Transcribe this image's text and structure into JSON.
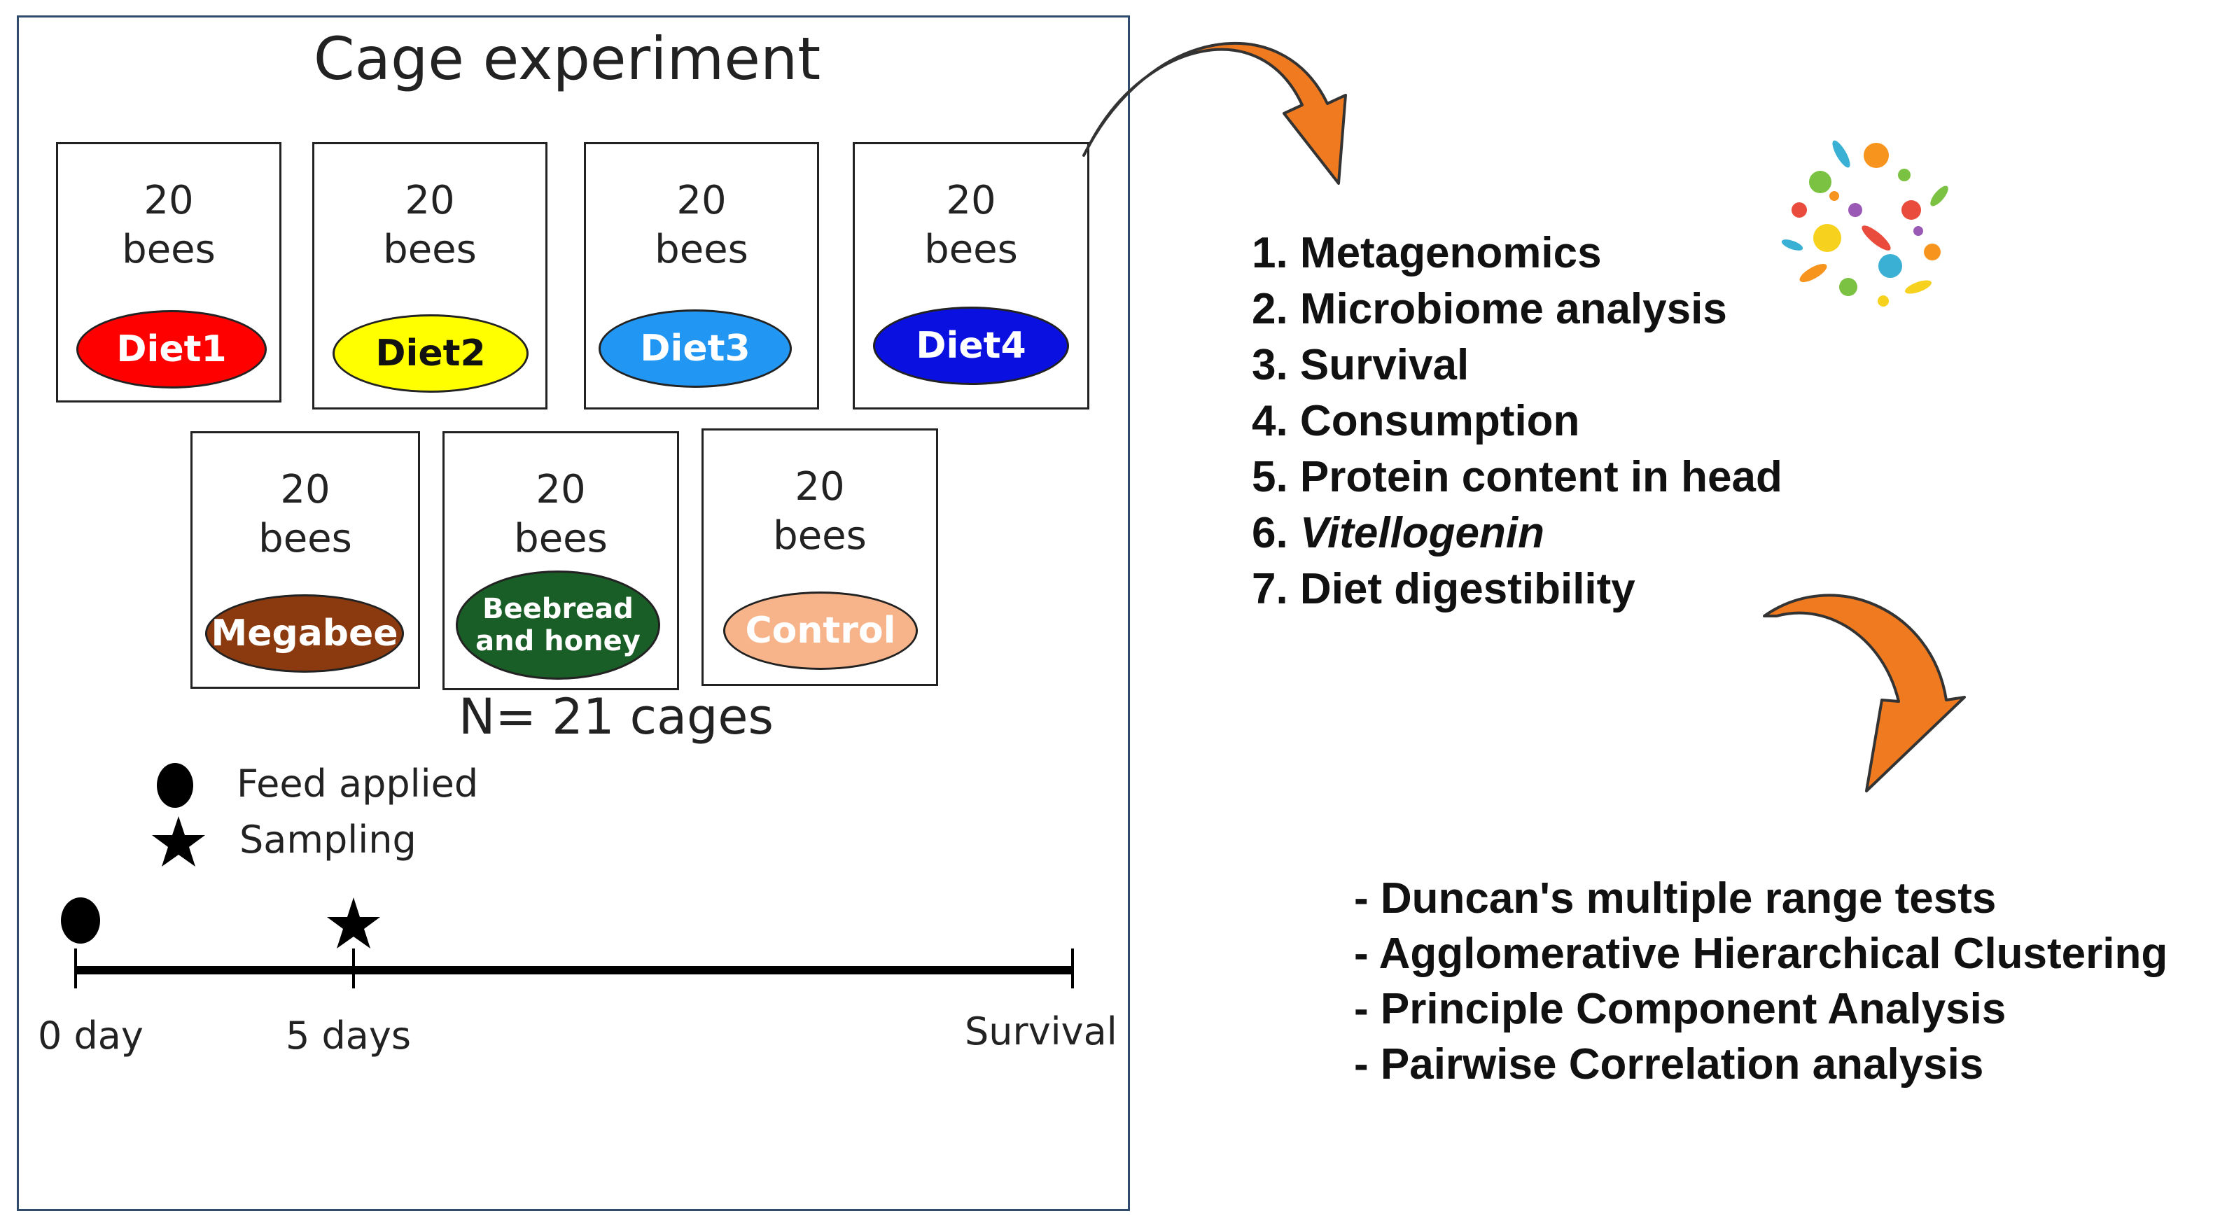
{
  "panel": {
    "title": "Cage experiment",
    "cages": [
      {
        "count": "20",
        "unit": "bees",
        "diet": "Diet1",
        "fill": "#ff0000",
        "text_color": "#ffffff"
      },
      {
        "count": "20",
        "unit": "bees",
        "diet": "Diet2",
        "fill": "#ffff00",
        "text_color": "#111111"
      },
      {
        "count": "20",
        "unit": "bees",
        "diet": "Diet3",
        "fill": "#2196f3",
        "text_color": "#ffffff"
      },
      {
        "count": "20",
        "unit": "bees",
        "diet": "Diet4",
        "fill": "#0a10e0",
        "text_color": "#ffffff"
      },
      {
        "count": "20",
        "unit": "bees",
        "diet": "Megabee",
        "fill": "#8b3a0f",
        "text_color": "#ffffff"
      },
      {
        "count": "20",
        "unit": "bees",
        "diet": "Beebread\nand honey",
        "fill": "#1a5e27",
        "text_color": "#ffffff"
      },
      {
        "count": "20",
        "unit": "bees",
        "diet": "Control",
        "fill": "#f7b48a",
        "text_color": "#ffffff"
      }
    ],
    "total": "N= 21 cages",
    "legend": {
      "feed": "Feed applied",
      "sampling": "Sampling"
    },
    "timeline": {
      "start": "0 day",
      "sample": "5 days",
      "end": "Survival"
    }
  },
  "analyses": [
    {
      "text": "1. Metagenomics"
    },
    {
      "text": "2. Microbiome analysis"
    },
    {
      "text": "3. Survival"
    },
    {
      "text": "4. Consumption"
    },
    {
      "text": "5. Protein content in head"
    },
    {
      "prefix": "6. ",
      "italic": "Vitellogenin"
    },
    {
      "text": "7. Diet digestibility"
    }
  ],
  "statistics": [
    "- Duncan's multiple range tests",
    "- Agglomerative Hierarchical Clustering",
    "- Principle Component Analysis",
    "- Pairwise Correlation analysis"
  ],
  "colors": {
    "arrow": "#f07a1f",
    "panel_border": "#2f4b6e"
  }
}
